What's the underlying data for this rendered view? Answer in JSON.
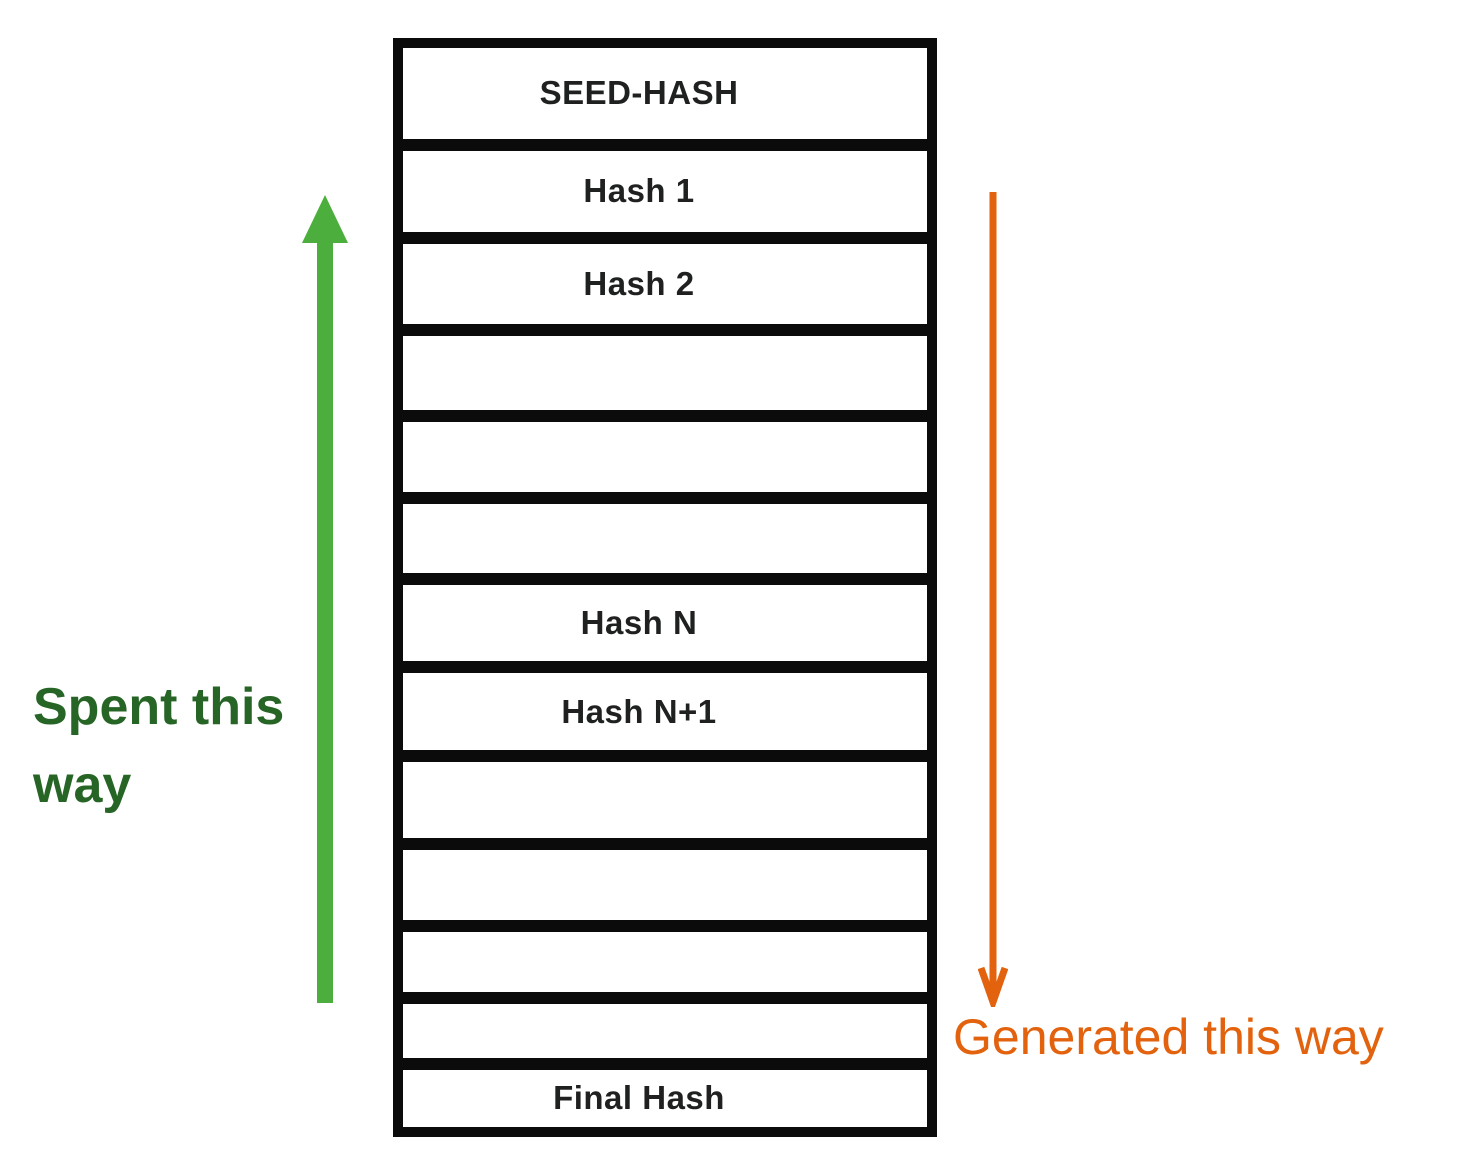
{
  "table": {
    "rows": [
      {
        "label": "SEED-HASH"
      },
      {
        "label": "Hash 1"
      },
      {
        "label": "Hash 2"
      },
      {
        "label": ""
      },
      {
        "label": ""
      },
      {
        "label": ""
      },
      {
        "label": "Hash N"
      },
      {
        "label": "Hash N+1"
      },
      {
        "label": ""
      },
      {
        "label": ""
      },
      {
        "label": ""
      },
      {
        "label": ""
      },
      {
        "label": "Final Hash"
      }
    ]
  },
  "annotations": {
    "spent": {
      "text": "Spent this way",
      "color": "#266526"
    },
    "generated": {
      "text": "Generated this way",
      "color": "#e2620d"
    }
  },
  "colors": {
    "spent_arrow": "#4cae3c",
    "generated_arrow": "#e2620d",
    "table_border": "#0b0b0b",
    "row_label_text": "#1f2020"
  }
}
